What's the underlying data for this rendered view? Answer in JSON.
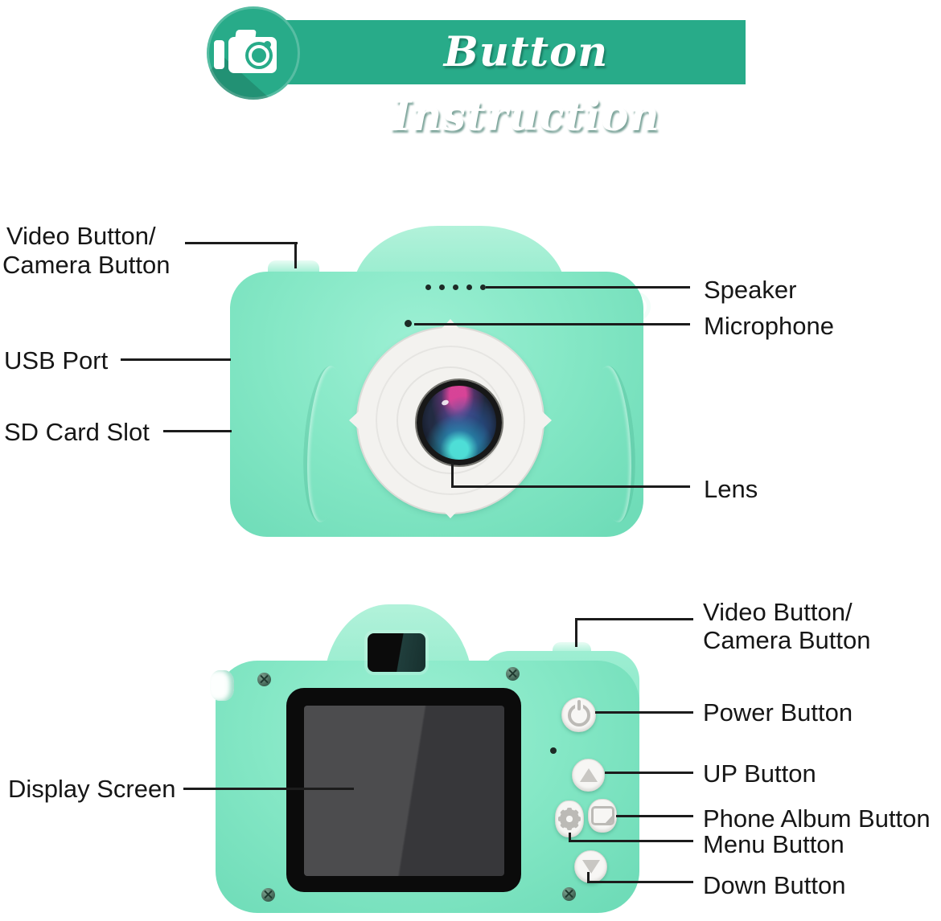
{
  "header": {
    "title": "Button Instruction",
    "icon": "camera-icon"
  },
  "front_view": {
    "labels": {
      "video_camera_line1": "Video Button/",
      "video_camera_line2": "Camera Button",
      "usb_port": "USB Port",
      "sd_card": "SD Card Slot",
      "speaker": "Speaker",
      "microphone": "Microphone",
      "lens": "Lens"
    }
  },
  "back_view": {
    "labels": {
      "video_camera_line1": "Video Button/",
      "video_camera_line2": "Camera Button",
      "power": "Power Button",
      "up": "UP Button",
      "phone_album": "Phone Album Button",
      "menu": "Menu Button",
      "down": "Down Button",
      "display": "Display Screen"
    },
    "icons": {
      "power": "power-icon",
      "up": "triangle-up-icon",
      "menu": "gear-icon",
      "album": "photo-icon",
      "down": "triangle-down-icon"
    }
  },
  "colors": {
    "banner-green": "#28ab89",
    "body-mint": "#84e7c5",
    "body-mint-light": "#a9f0d8",
    "body-mint-deep": "#6fdcb8",
    "line-black": "#1c1c1c",
    "label-black": "#161616",
    "button-face": "#f7f6f4",
    "button-glyph": "#bcbab6",
    "screen-light": "#4c4c4e",
    "screen-dark": "#37373a",
    "lens-ring": "#f3f2ef"
  }
}
